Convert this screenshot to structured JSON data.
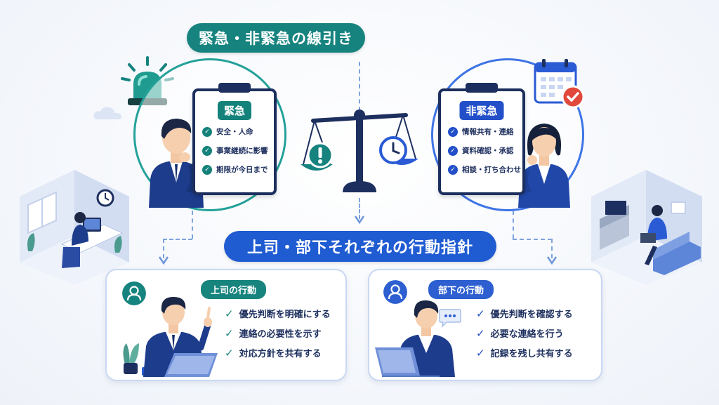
{
  "title": "緊急・非緊急の線引き",
  "subtitle": "上司・部下それぞれの行動指針",
  "urgent": {
    "label": "緊急",
    "items": [
      "安全・人命",
      "事業継続に影響",
      "期限が今日まで"
    ]
  },
  "non_urgent": {
    "label": "非緊急",
    "items": [
      "情報共有・連絡",
      "資料確認・承認",
      "相談・打ち合わせ"
    ]
  },
  "boss": {
    "label": "上司の行動",
    "items": [
      "優先判断を明確にする",
      "連絡の必要性を示す",
      "対応方針を共有する"
    ]
  },
  "subordinate": {
    "label": "部下の行動",
    "items": [
      "優先判断を確認する",
      "必要な連絡を行う",
      "記録を残し共有する"
    ]
  },
  "colors": {
    "teal": "#16837f",
    "blue": "#1f5bd1",
    "navy": "#1d2f5e"
  },
  "icons": [
    "siren-icon",
    "calendar-check-icon",
    "balance-scale-icon",
    "exclamation-icon",
    "clock-icon",
    "chat-bubble-icon",
    "user-icon"
  ]
}
